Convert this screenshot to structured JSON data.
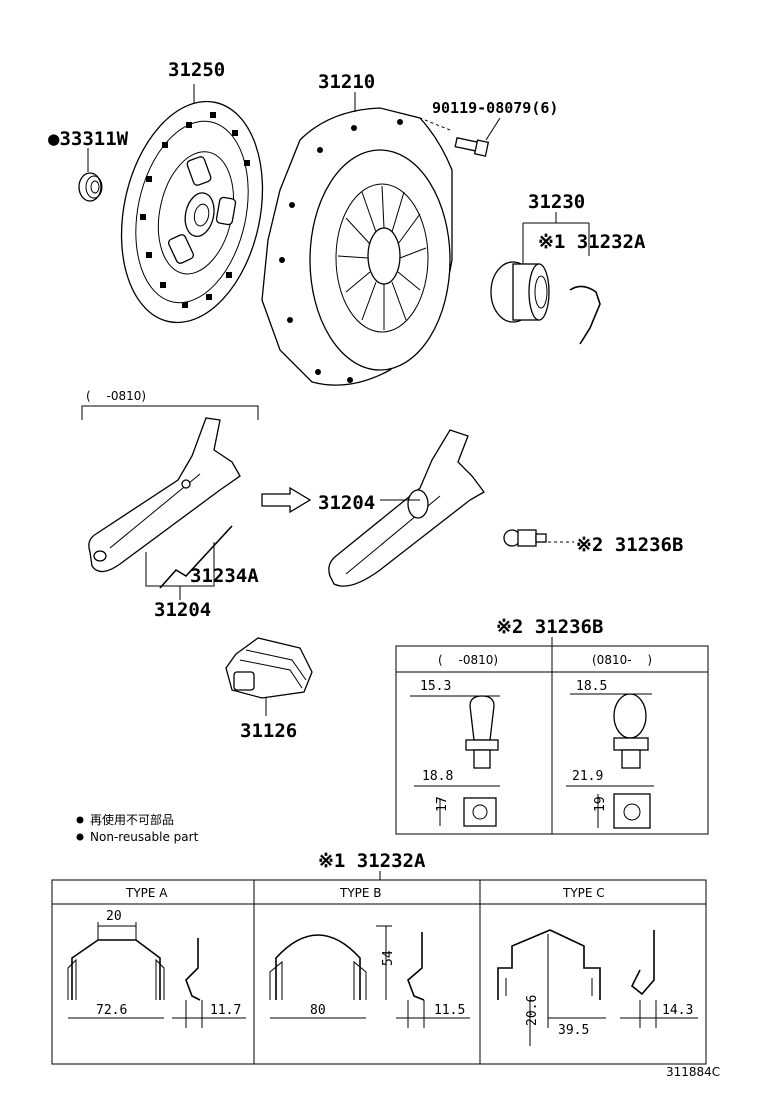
{
  "parts": {
    "clutch_disc": "31250",
    "bearing_marked": "33311W",
    "clutch_cover": "31210",
    "bolt": "90119-08079(6)",
    "release_bearing_hub": "31230",
    "clip_ref": "※1 31232A",
    "fork_range": "(　 -0810)",
    "fork_left": "31204",
    "fork_right": "31204",
    "fork_spring": "31234A",
    "pivot_ref": "※2 31236B",
    "boot": "31126"
  },
  "legend": {
    "jp": "再使用不可部品",
    "en": "Non-reusable part"
  },
  "pivot_table": {
    "title": "※2 31236B",
    "columns": [
      "(　 -0810)",
      "(0810- 　)"
    ],
    "left": {
      "top": "15.3",
      "width": "18.8",
      "height": "17"
    },
    "right": {
      "top": "18.5",
      "width": "21.9",
      "height": "19"
    }
  },
  "clip_table": {
    "title": "※1 31232A",
    "types": [
      {
        "label": "TYPE A",
        "d1": "20",
        "d2": "72.6",
        "d3": "11.7"
      },
      {
        "label": "TYPE B",
        "d1": "54",
        "d2": "80",
        "d3": "11.5"
      },
      {
        "label": "TYPE C",
        "d1": "20.6",
        "d2": "39.5",
        "d3": "14.3"
      }
    ]
  },
  "diagram_code": "311884C"
}
